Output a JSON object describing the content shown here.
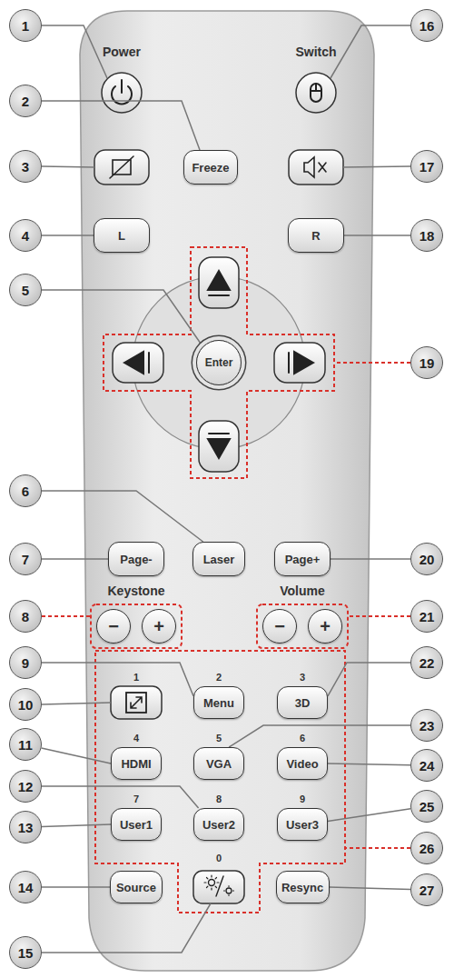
{
  "diagram": {
    "nodes": [
      {
        "text": [
          "1"
        ]
      },
      {
        "text": [
          "16"
        ]
      },
      {
        "text": [
          "2"
        ]
      },
      {
        "text": [
          "3"
        ]
      },
      {
        "text": [
          "Freeze"
        ]
      },
      {
        "text": [
          "17"
        ]
      },
      {
        "text": [
          "4"
        ]
      },
      {
        "text": [
          "L"
        ]
      },
      {
        "text": [
          "R"
        ]
      },
      {
        "text": [
          "18"
        ]
      },
      {
        "text": [
          "5"
        ]
      },
      {
        "text": [
          "Enter"
        ]
      },
      {
        "text": [
          "19"
        ]
      },
      {
        "text": [
          "6"
        ]
      },
      {
        "text": [
          "7"
        ]
      },
      {
        "text": [
          "Page-"
        ]
      },
      {
        "text": [
          "Laser"
        ]
      },
      {
        "text": [
          "Page+"
        ]
      },
      {
        "text": [
          "20"
        ]
      },
      {
        "text": [
          "8"
        ]
      },
      {
        "text": [
          "−"
        ]
      },
      {
        "text": [
          "+"
        ]
      },
      {
        "text": [
          "−"
        ]
      },
      {
        "text": [
          "+"
        ]
      },
      {
        "text": [
          "21"
        ]
      },
      {
        "text": [
          "9"
        ]
      },
      {
        "text": [
          "22"
        ]
      },
      {
        "text": [
          "10"
        ]
      },
      {
        "text": [
          "Menu"
        ]
      },
      {
        "text": [
          "3D"
        ]
      },
      {
        "text": [
          "23"
        ]
      },
      {
        "text": [
          "11"
        ]
      },
      {
        "text": [
          "HDMI"
        ]
      },
      {
        "text": [
          "VGA"
        ]
      },
      {
        "text": [
          "Video"
        ]
      },
      {
        "text": [
          "24"
        ]
      },
      {
        "text": [
          "12"
        ]
      },
      {
        "text": [
          "25"
        ]
      },
      {
        "text": [
          "User1"
        ]
      },
      {
        "text": [
          "User2"
        ]
      },
      {
        "text": [
          "User3"
        ]
      },
      {
        "text": [
          "13"
        ]
      },
      {
        "text": [
          "26"
        ]
      },
      {
        "text": [
          "14"
        ]
      },
      {
        "text": [
          "Source"
        ]
      },
      {
        "text": [
          "Resync"
        ]
      },
      {
        "text": [
          "27"
        ]
      },
      {
        "text": [
          "15"
        ]
      }
    ],
    "edges": [
      {
        "from": 2,
        "to": 4,
        "arrow": "none"
      },
      {
        "from": 6,
        "to": 7,
        "arrow": "none"
      },
      {
        "from": 9,
        "to": 8,
        "arrow": "none"
      },
      {
        "from": 10,
        "to": 11,
        "arrow": "none"
      },
      {
        "from": 13,
        "to": 16,
        "arrow": "none"
      },
      {
        "from": 14,
        "to": 15,
        "arrow": "none"
      },
      {
        "from": 18,
        "to": 17,
        "arrow": "none"
      },
      {
        "from": 25,
        "to": 28,
        "arrow": "none"
      },
      {
        "from": 26,
        "to": 29,
        "arrow": "none"
      },
      {
        "from": 30,
        "to": 33,
        "arrow": "none"
      },
      {
        "from": 31,
        "to": 32,
        "arrow": "none"
      },
      {
        "from": 35,
        "to": 34,
        "arrow": "none"
      },
      {
        "from": 36,
        "to": 39,
        "arrow": "none"
      },
      {
        "from": 37,
        "to": 40,
        "arrow": "none"
      },
      {
        "from": 41,
        "to": 38,
        "arrow": "none"
      },
      {
        "from": 43,
        "to": 44,
        "arrow": "none"
      },
      {
        "from": 46,
        "to": 45,
        "arrow": "none"
      }
    ],
    "labels": [
      "Power",
      "Switch",
      "Keystone",
      "Volume",
      "1",
      "2",
      "3",
      "4",
      "5",
      "6",
      "7",
      "8",
      "9",
      "0"
    ]
  }
}
